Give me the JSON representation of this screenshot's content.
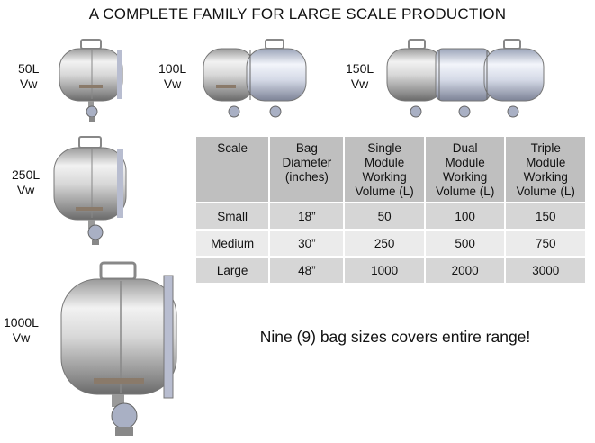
{
  "title": "A COMPLETE FAMILY FOR LARGE SCALE PRODUCTION",
  "vessels": [
    {
      "size": "50L",
      "unit": "Vw",
      "modules": 1
    },
    {
      "size": "100L",
      "unit": "Vw",
      "modules": 2
    },
    {
      "size": "150L",
      "unit": "Vw",
      "modules": 3
    },
    {
      "size": "250L",
      "unit": "Vw",
      "modules": 1
    },
    {
      "size": "1000L",
      "unit": "Vw",
      "modules": 1
    }
  ],
  "table": {
    "headers": {
      "scale": "Scale",
      "bag_diameter": [
        "Bag",
        "Diameter",
        "(inches)"
      ],
      "single": [
        "Single",
        "Module",
        "Working",
        "Volume (L)"
      ],
      "dual": [
        "Dual",
        "Module",
        "Working",
        "Volume (L)"
      ],
      "triple": [
        "Triple",
        "Module",
        "Working",
        "Volume (L)"
      ]
    },
    "rows": [
      {
        "scale": "Small",
        "diameter": "18”",
        "single": "50",
        "dual": "100",
        "triple": "150"
      },
      {
        "scale": "Medium",
        "diameter": "30”",
        "single": "250",
        "dual": "500",
        "triple": "750"
      },
      {
        "scale": "Large",
        "diameter": "48”",
        "single": "1000",
        "dual": "2000",
        "triple": "3000"
      }
    ]
  },
  "note": "Nine (9) bag sizes covers entire range!"
}
